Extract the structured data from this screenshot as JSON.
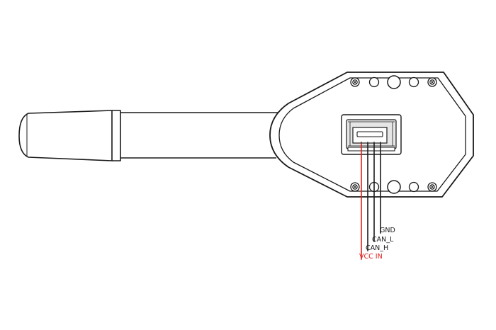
{
  "pin_labels": {
    "gnd": "GND",
    "can_l": "CAN_L",
    "can_h": "CAN_H",
    "vcc_in": "VCC IN"
  },
  "colors": {
    "outline": "#1a1a1a",
    "vcc_wire": "#e0201c",
    "signal_wire": "#1a1a1a",
    "connector_fill": "#e6e6e6",
    "background": "#ffffff"
  }
}
